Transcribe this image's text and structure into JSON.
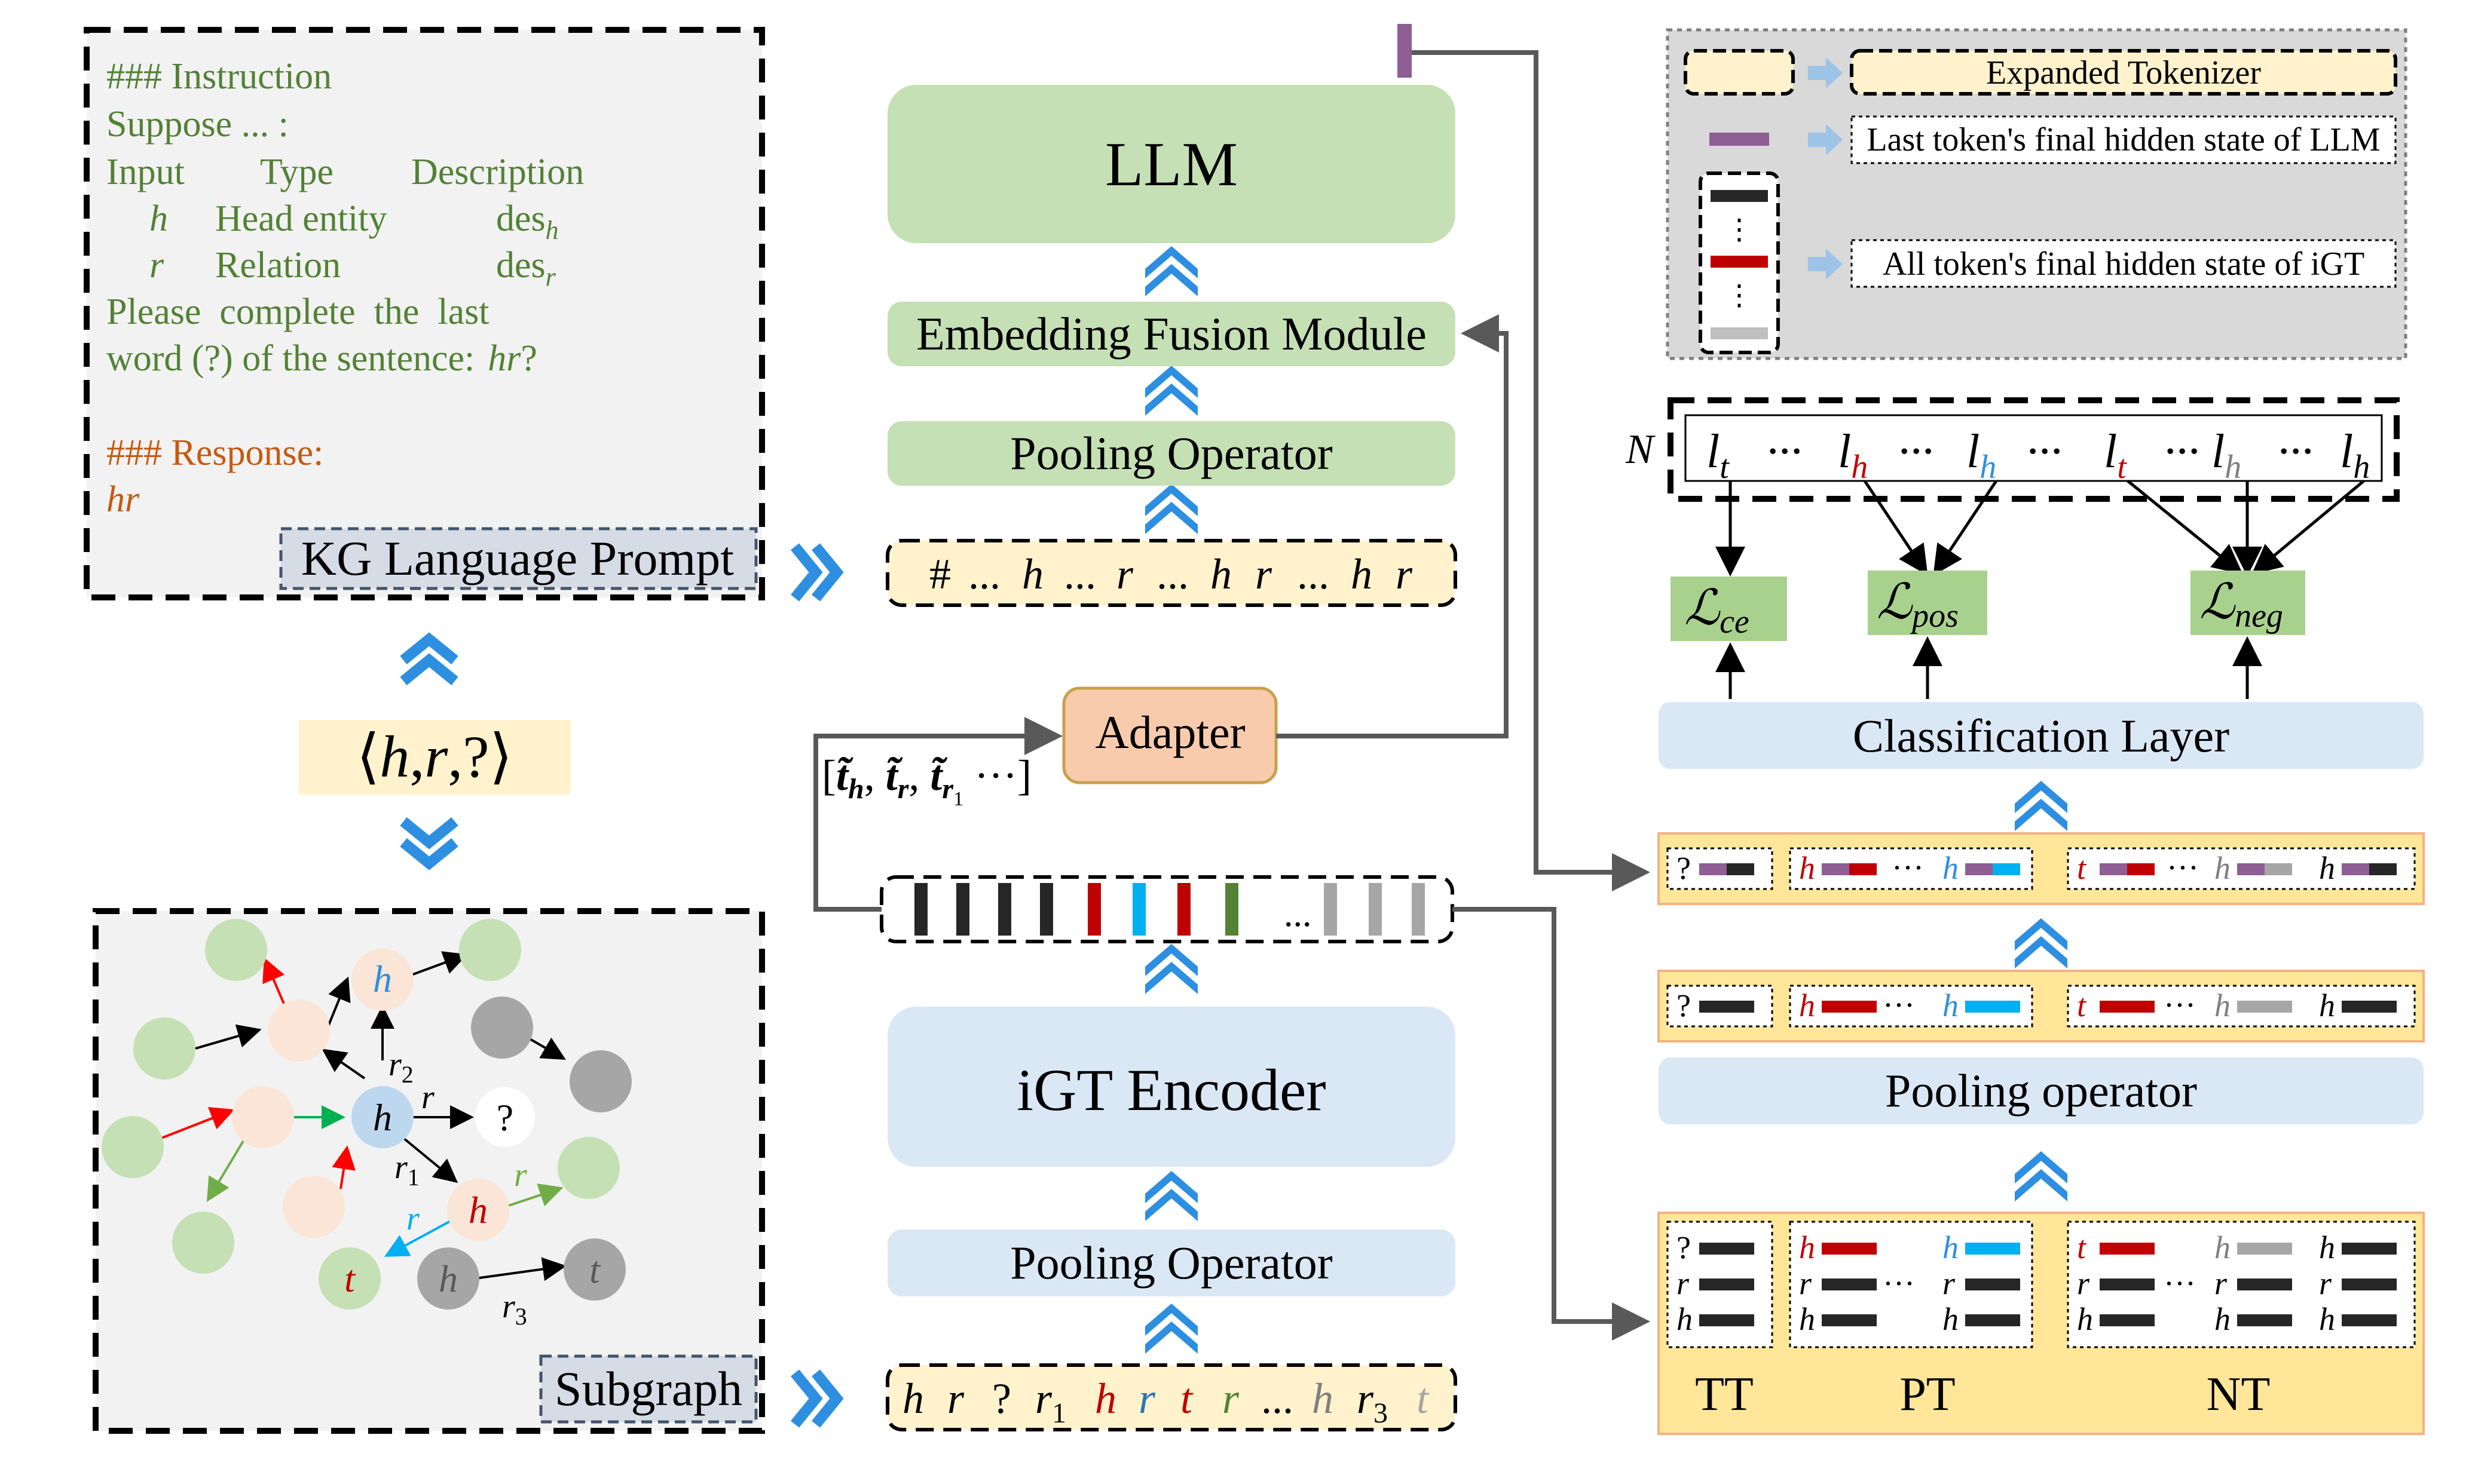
{
  "colors": {
    "green_box": "#c5e0b4",
    "blue_box": "#dae8f5",
    "yellow_box": "#fff2cc",
    "orange_box": "#f8cbad",
    "legend_bg": "#d9d9d9",
    "panel_bg": "#ffe699",
    "prompt_text": "#538135",
    "response_text": "#c55a11",
    "red": "#c00000",
    "blue": "#00b0f0",
    "purple": "#8e5e94",
    "arrow_blue": "#2e8fe0",
    "green_token": "#548235",
    "gray_token": "#a6a6a6"
  },
  "prompt_panel": {
    "title": "KG Language Prompt",
    "instruction": "### Instruction",
    "suppose": "Suppose ... :",
    "col_input": "Input",
    "col_type": "Type",
    "col_desc": "Description",
    "row_h_sym": "h",
    "row_h_type": "Head entity",
    "row_h_desc": "des",
    "row_h_sub": "h",
    "row_r_sym": "r",
    "row_r_type": "Relation",
    "row_r_desc": "des",
    "row_r_sub": "r",
    "please_line": "Please  complete  the  last",
    "word_line": "word (?) of the sentence:",
    "word_hr": "hr",
    "word_q": "?",
    "response": "### Response:",
    "answer": "hr"
  },
  "query": {
    "open": "⟨",
    "h": "h",
    "comma1": ",",
    "r": "r",
    "comma2": ",",
    "q": "?",
    "close": "⟩"
  },
  "subgraph": {
    "title": "Subgraph",
    "node_h_top": "h",
    "node_h_center": "h",
    "node_q": "?",
    "node_h_red": "h",
    "node_t_red": "t",
    "node_h_gray": "h",
    "node_t_gray": "t",
    "edge_r2": "r",
    "edge_r2_sub": "2",
    "edge_r": "r",
    "edge_r1": "r",
    "edge_r1_sub": "1",
    "edge_r_green": "r",
    "edge_r_blue": "r",
    "edge_r3": "r",
    "edge_r3_sub": "3"
  },
  "center": {
    "llm": "LLM",
    "fusion": "Embedding Fusion Module",
    "pooling_top": "Pooling Operator",
    "prompt_tokens": [
      "#",
      "...",
      "h",
      "...",
      "r",
      "...",
      "h",
      "r",
      "...",
      "h",
      "r"
    ],
    "adapter": "Adapter",
    "adapter_input": "[t̃h, t̃r, t̃r1 ···]",
    "adapter_input_parts": {
      "open": "[",
      "t1": "t̃",
      "s1": "h",
      "sep1": ", ",
      "t2": "t̃",
      "s2": "r",
      "sep2": ", ",
      "t3": "t̃",
      "s3": "r",
      "s3b": "1",
      "dots": " ···]"
    },
    "igt": "iGT Encoder",
    "pooling_bottom": "Pooling Operator",
    "hidden_dots": "...",
    "hidden_colors": [
      "#262626",
      "#262626",
      "#262626",
      "#262626",
      "#c00000",
      "#00b0f0",
      "#c00000",
      "#548235",
      "#a6a6a6",
      "#a6a6a6",
      "#a6a6a6"
    ],
    "graph_tokens": [
      {
        "text": "h",
        "color": "#000000"
      },
      {
        "text": "r",
        "color": "#000000"
      },
      {
        "text": "?",
        "color": "#000000"
      },
      {
        "text": "r",
        "sub": "1",
        "color": "#000000"
      },
      {
        "text": "h",
        "color": "#c00000"
      },
      {
        "text": "r",
        "color": "#2e75b6"
      },
      {
        "text": "t",
        "color": "#c00000"
      },
      {
        "text": "r",
        "color": "#548235"
      },
      {
        "text": "...",
        "color": "#000000"
      },
      {
        "text": "h",
        "color": "#7f7f7f"
      },
      {
        "text": "r",
        "sub": "3",
        "color": "#000000"
      },
      {
        "text": "t",
        "color": "#a6a6a6"
      }
    ]
  },
  "legend": {
    "expanded": "Expanded Tokenizer",
    "last_token": "Last token's final hidden state of LLM",
    "all_token": "All token's final hidden state of iGT"
  },
  "logits": {
    "n_label": "N",
    "items": [
      {
        "base": "l",
        "sub": "t",
        "color": "#000000"
      },
      {
        "base": "···"
      },
      {
        "base": "l",
        "sub": "h",
        "color": "#c00000"
      },
      {
        "base": "···"
      },
      {
        "base": "l",
        "sub": "h",
        "color": "#2e8fe0"
      },
      {
        "base": "···"
      },
      {
        "base": "l",
        "sub": "t",
        "color": "#c00000"
      },
      {
        "base": "···"
      },
      {
        "base": "l",
        "sub": "h",
        "color": "#7f7f7f"
      },
      {
        "base": "···"
      },
      {
        "base": "l",
        "sub": "h",
        "color": "#000000"
      }
    ]
  },
  "losses": {
    "ce": "ce",
    "pos": "pos",
    "neg": "neg",
    "symbol": "ℒ"
  },
  "classification": "Classification Layer",
  "pooling_right": "Pooling operator",
  "panel_labels": {
    "tt": "TT",
    "pt": "PT",
    "nt": "NT"
  },
  "rows": {
    "q": "?",
    "h": "h",
    "t": "t",
    "r": "r",
    "dots": "···"
  }
}
